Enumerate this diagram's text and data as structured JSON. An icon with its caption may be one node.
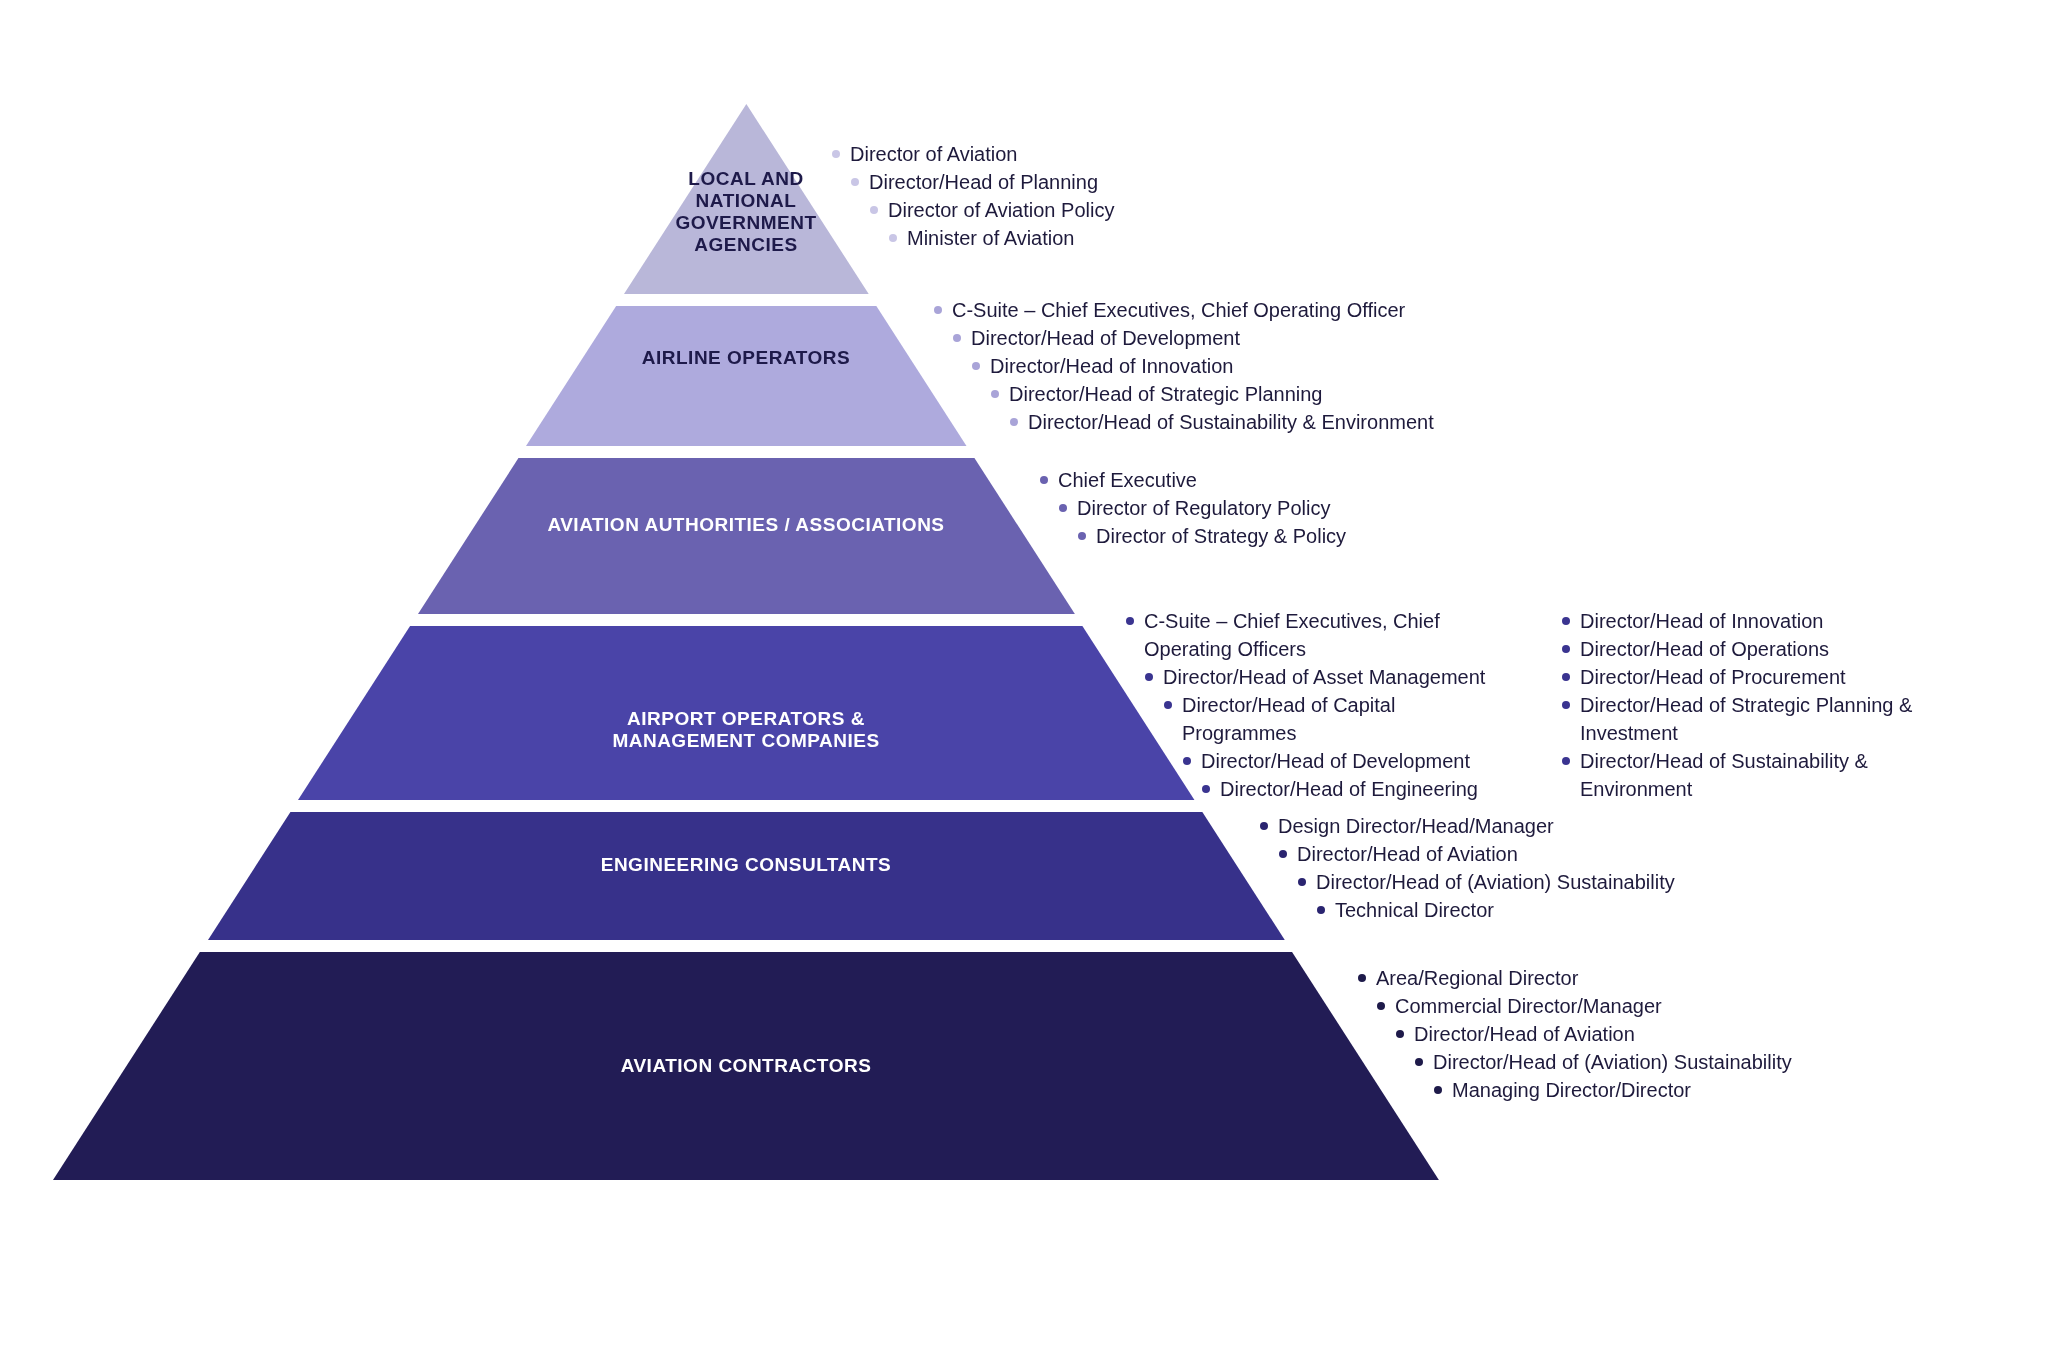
{
  "diagram": {
    "nodes": [
      {
        "text": [
          "LOCAL AND NATIONAL GOVERNMENT AGENCIES"
        ],
        "beside": [
          "Director of Aviation",
          "Director/Head of Planning",
          "Director of Aviation Policy",
          "Minister of Aviation"
        ]
      },
      {
        "text": [
          "AIRLINE OPERATORS"
        ],
        "beside": [
          "C-Suite – Chief Executives, Chief Operating Officer",
          "Director/Head of Development",
          "Director/Head of Innovation",
          "Director/Head of Strategic Planning",
          "Director/Head of Sustainability & Environment"
        ]
      },
      {
        "text": [
          "AVIATION AUTHORITIES / ASSOCIATIONS"
        ],
        "beside": [
          "Chief Executive",
          "Director of Regulatory Policy",
          "Director of Strategy & Policy"
        ]
      },
      {
        "text": [
          "AIRPORT OPERATORS & MANAGEMENT COMPANIES"
        ],
        "beside": [
          "C-Suite – Chief Executives, Chief Operating Officers",
          "Director/Head of Asset Management",
          "Director/Head of Capital Programmes",
          "Director/Head of Development",
          "Director/Head of Engineering",
          "Director/Head of Innovation",
          "Director/Head of Operations",
          "Director/Head of Procurement",
          "Director/Head of Strategic Planning & Investment",
          "Director/Head of Sustainability & Environment"
        ]
      },
      {
        "text": [
          "ENGINEERING CONSULTANTS"
        ],
        "beside": [
          "Design Director/Head/Manager",
          "Director/Head of Aviation",
          "Director/Head of (Aviation) Sustainability",
          "Technical Director"
        ]
      },
      {
        "text": [
          "AVIATION CONTRACTORS"
        ],
        "beside": [
          "Area/Regional Director",
          "Commercial Director/Manager",
          "Director/Head of Aviation",
          "Director/Head of (Aviation) Sustainability",
          "Managing Director/Director"
        ]
      }
    ]
  }
}
